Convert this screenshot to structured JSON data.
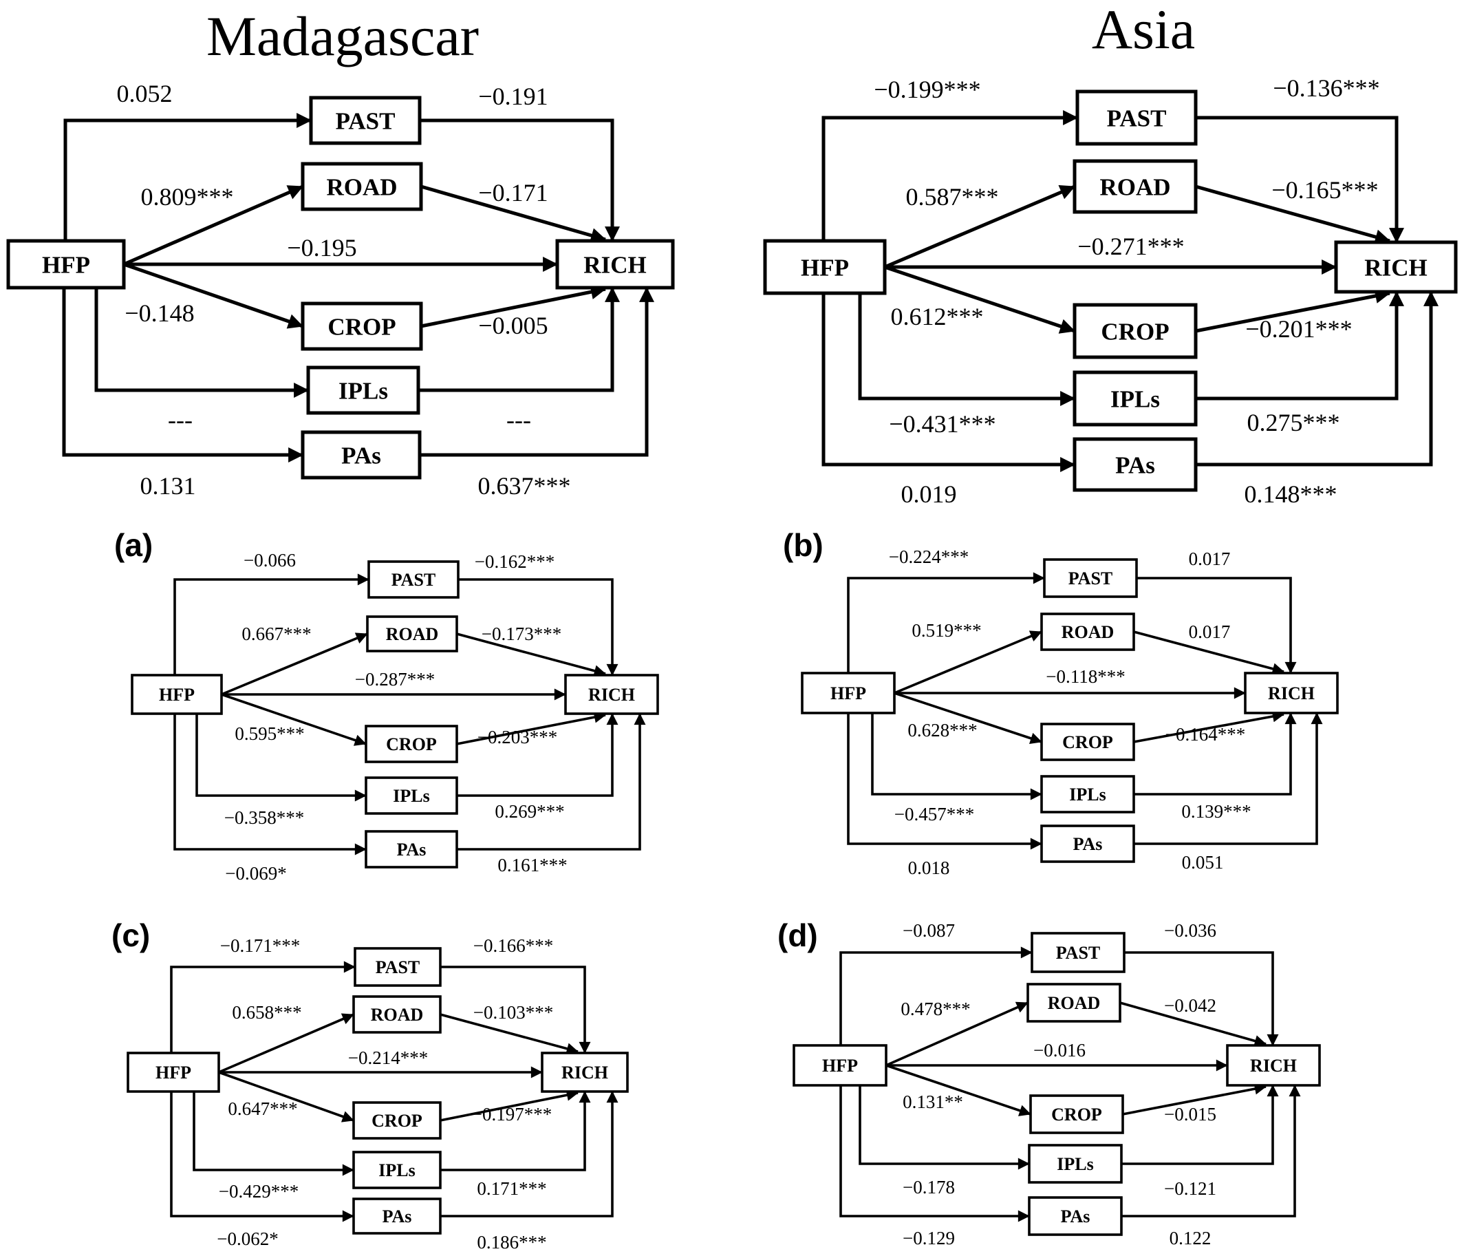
{
  "titles": {
    "left": "Madagascar",
    "right": "Asia"
  },
  "panel_letters": [
    "(a)",
    "(b)",
    "(c)",
    "(d)"
  ],
  "node_labels": [
    "HFP",
    "PAST",
    "ROAD",
    "CROP",
    "IPLs",
    "PAs",
    "RICH"
  ],
  "edge_order": [
    "HFP→PAST",
    "HFP→ROAD",
    "HFP→RICH",
    "HFP→CROP",
    "HFP→IPLs",
    "HFP→PAs",
    "PAST→RICH",
    "ROAD→RICH",
    "CROP→RICH",
    "IPLs→RICH",
    "PAs→RICH"
  ],
  "panels": [
    {
      "id": "madagascar-top",
      "coefficients": [
        "0.052",
        "0.809***",
        "−0.195",
        "−0.148",
        "---",
        "0.131",
        "−0.191",
        "−0.171",
        "−0.005",
        "---",
        "0.637***"
      ]
    },
    {
      "id": "asia-top",
      "coefficients": [
        "−0.199***",
        "0.587***",
        "−0.271***",
        "0.612***",
        "−0.431***",
        "0.019",
        "−0.136***",
        "−0.165***",
        "−0.201***",
        "0.275***",
        "0.148***"
      ]
    },
    {
      "id": "a",
      "coefficients": [
        "−0.066",
        "0.667***",
        "−0.287***",
        "0.595***",
        "−0.358***",
        "−0.069*",
        "−0.162***",
        "−0.173***",
        "−0.203***",
        "0.269***",
        "0.161***"
      ]
    },
    {
      "id": "b",
      "coefficients": [
        "−0.224***",
        "0.519***",
        "−0.118***",
        "0.628***",
        "−0.457***",
        "0.018",
        "0.017",
        "0.017",
        "−0.164***",
        "0.139***",
        "0.051"
      ]
    },
    {
      "id": "c",
      "coefficients": [
        "−0.171***",
        "0.658***",
        "−0.214***",
        "0.647***",
        "−0.429***",
        "−0.062*",
        "−0.166***",
        "−0.103***",
        "−0.197***",
        "0.171***",
        "0.186***"
      ]
    },
    {
      "id": "d",
      "coefficients": [
        "−0.087",
        "0.478***",
        "−0.016",
        "0.131**",
        "−0.178",
        "−0.129",
        "−0.036",
        "−0.042",
        "−0.015",
        "−0.121",
        "0.122"
      ]
    }
  ]
}
